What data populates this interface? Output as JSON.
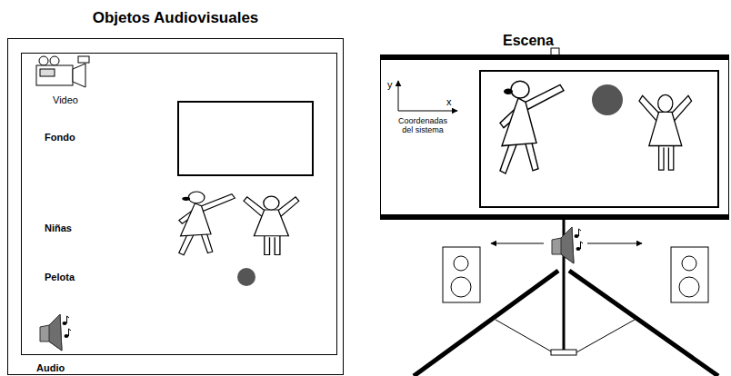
{
  "diagram": {
    "nodes": [
      {
        "text": [
          "Objetos Audiovisuales",
          "Audio"
        ]
      },
      {
        "text": [
          "Video",
          "Fondo",
          "Niñas",
          "Pelota"
        ],
        "in": 0
      },
      {
        "text": [
          "Escena",
          "y",
          "x",
          "Coordenadas del sistema"
        ]
      }
    ]
  }
}
